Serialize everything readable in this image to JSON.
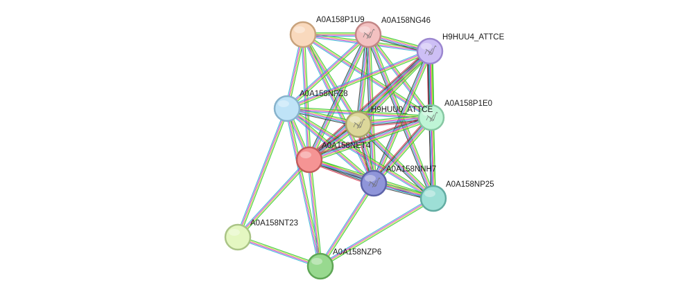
{
  "network": {
    "nodes": [
      {
        "id": "A0A158P1U9",
        "label": "A0A158P1U9",
        "fill": "#f9d9bd",
        "stroke": "#c8a27c",
        "icon": ""
      },
      {
        "id": "A0A158NG46",
        "label": "A0A158NG46",
        "fill": "#f3c1c1",
        "stroke": "#c28585",
        "icon": "protein-structure-icon"
      },
      {
        "id": "H9HUU4_ATTCE",
        "label": "H9HUU4_ATTCE",
        "fill": "#cdbff5",
        "stroke": "#9b86cf",
        "icon": "protein-structure-icon"
      },
      {
        "id": "A0A158NFZ8",
        "label": "A0A158NFZ8",
        "fill": "#bfe3f7",
        "stroke": "#86b2cc",
        "icon": ""
      },
      {
        "id": "H9HUU0_ATTCE",
        "label": "H9HUU0_ATTCE",
        "fill": "#dcd79a",
        "stroke": "#a8a36a",
        "icon": "protein-structure-icon"
      },
      {
        "id": "A0A158P1E0",
        "label": "A0A158P1E0",
        "fill": "#bff5d6",
        "stroke": "#86c7a2",
        "icon": "protein-structure-icon"
      },
      {
        "id": "A0A158NET4",
        "label": "A0A158NET4",
        "fill": "#f59494",
        "stroke": "#c25c5c",
        "icon": ""
      },
      {
        "id": "A0A158NNH7",
        "label": "A0A158NNH7",
        "fill": "#8f95d9",
        "stroke": "#5c62a8",
        "icon": "protein-structure-icon"
      },
      {
        "id": "A0A158NP25",
        "label": "A0A158NP25",
        "fill": "#9ddfd6",
        "stroke": "#62aca2",
        "icon": ""
      },
      {
        "id": "A0A158NT23",
        "label": "A0A158NT23",
        "fill": "#e4f7c1",
        "stroke": "#aac486",
        "icon": ""
      },
      {
        "id": "A0A158NZP6",
        "label": "A0A158NZP6",
        "fill": "#98d98f",
        "stroke": "#5ea655",
        "icon": ""
      }
    ],
    "edges": [
      {
        "from": "A0A158P1U9",
        "to": "A0A158NFZ8",
        "evidence": [
          "green",
          "yellow",
          "magenta",
          "cyan"
        ]
      },
      {
        "from": "A0A158P1U9",
        "to": "H9HUU0_ATTCE",
        "evidence": [
          "green",
          "yellow",
          "magenta",
          "cyan"
        ]
      },
      {
        "from": "A0A158P1U9",
        "to": "A0A158NET4",
        "evidence": [
          "green",
          "yellow",
          "magenta",
          "cyan"
        ]
      },
      {
        "from": "A0A158P1U9",
        "to": "A0A158NNH7",
        "evidence": [
          "green",
          "yellow",
          "magenta",
          "cyan"
        ]
      },
      {
        "from": "A0A158P1U9",
        "to": "A0A158P1E0",
        "evidence": [
          "green",
          "yellow",
          "magenta",
          "cyan"
        ]
      },
      {
        "from": "A0A158P1U9",
        "to": "H9HUU4_ATTCE",
        "evidence": [
          "green",
          "yellow",
          "magenta",
          "cyan"
        ]
      },
      {
        "from": "A0A158P1U9",
        "to": "A0A158NG46",
        "evidence": [
          "green",
          "yellow",
          "magenta",
          "cyan"
        ]
      },
      {
        "from": "A0A158NG46",
        "to": "H9HUU4_ATTCE",
        "evidence": [
          "green",
          "yellow",
          "magenta",
          "cyan",
          "black"
        ]
      },
      {
        "from": "A0A158NG46",
        "to": "A0A158NFZ8",
        "evidence": [
          "green",
          "yellow",
          "magenta",
          "cyan"
        ]
      },
      {
        "from": "A0A158NG46",
        "to": "H9HUU0_ATTCE",
        "evidence": [
          "green",
          "yellow",
          "magenta",
          "cyan",
          "black"
        ]
      },
      {
        "from": "A0A158NG46",
        "to": "A0A158P1E0",
        "evidence": [
          "green",
          "yellow",
          "magenta",
          "cyan"
        ]
      },
      {
        "from": "A0A158NG46",
        "to": "A0A158NET4",
        "evidence": [
          "green",
          "yellow",
          "magenta",
          "cyan",
          "black"
        ]
      },
      {
        "from": "A0A158NG46",
        "to": "A0A158NNH7",
        "evidence": [
          "green",
          "yellow",
          "magenta",
          "cyan",
          "black"
        ]
      },
      {
        "from": "A0A158NG46",
        "to": "A0A158NP25",
        "evidence": [
          "green",
          "yellow",
          "magenta",
          "cyan",
          "black"
        ]
      },
      {
        "from": "H9HUU4_ATTCE",
        "to": "A0A158NFZ8",
        "evidence": [
          "green",
          "yellow",
          "magenta",
          "cyan"
        ]
      },
      {
        "from": "H9HUU4_ATTCE",
        "to": "H9HUU0_ATTCE",
        "evidence": [
          "green",
          "yellow",
          "magenta",
          "cyan",
          "black",
          "red"
        ]
      },
      {
        "from": "H9HUU4_ATTCE",
        "to": "A0A158P1E0",
        "evidence": [
          "green",
          "yellow",
          "magenta",
          "cyan",
          "black",
          "red"
        ]
      },
      {
        "from": "H9HUU4_ATTCE",
        "to": "A0A158NET4",
        "evidence": [
          "green",
          "yellow",
          "magenta",
          "cyan",
          "black",
          "red"
        ]
      },
      {
        "from": "H9HUU4_ATTCE",
        "to": "A0A158NNH7",
        "evidence": [
          "green",
          "yellow",
          "magenta",
          "cyan",
          "black"
        ]
      },
      {
        "from": "H9HUU4_ATTCE",
        "to": "A0A158NP25",
        "evidence": [
          "green",
          "yellow",
          "magenta",
          "cyan",
          "black"
        ]
      },
      {
        "from": "A0A158NFZ8",
        "to": "H9HUU0_ATTCE",
        "evidence": [
          "green",
          "yellow",
          "magenta",
          "cyan",
          "black"
        ]
      },
      {
        "from": "A0A158NFZ8",
        "to": "A0A158P1E0",
        "evidence": [
          "green",
          "yellow",
          "magenta",
          "cyan"
        ]
      },
      {
        "from": "A0A158NFZ8",
        "to": "A0A158NET4",
        "evidence": [
          "green",
          "yellow",
          "magenta",
          "cyan"
        ]
      },
      {
        "from": "A0A158NFZ8",
        "to": "A0A158NNH7",
        "evidence": [
          "green",
          "yellow",
          "magenta",
          "cyan"
        ]
      },
      {
        "from": "A0A158NFZ8",
        "to": "A0A158NP25",
        "evidence": [
          "green",
          "yellow",
          "magenta",
          "cyan"
        ]
      },
      {
        "from": "A0A158NFZ8",
        "to": "A0A158NT23",
        "evidence": [
          "green",
          "yellow",
          "magenta",
          "cyan"
        ]
      },
      {
        "from": "A0A158NFZ8",
        "to": "A0A158NZP6",
        "evidence": [
          "green",
          "yellow",
          "magenta",
          "cyan"
        ]
      },
      {
        "from": "H9HUU0_ATTCE",
        "to": "A0A158P1E0",
        "evidence": [
          "green",
          "yellow",
          "magenta",
          "cyan",
          "black",
          "red"
        ]
      },
      {
        "from": "H9HUU0_ATTCE",
        "to": "A0A158NET4",
        "evidence": [
          "green",
          "yellow",
          "magenta",
          "cyan",
          "black",
          "red"
        ]
      },
      {
        "from": "H9HUU0_ATTCE",
        "to": "A0A158NNH7",
        "evidence": [
          "green",
          "yellow",
          "magenta",
          "cyan",
          "black",
          "red"
        ]
      },
      {
        "from": "H9HUU0_ATTCE",
        "to": "A0A158NP25",
        "evidence": [
          "green",
          "yellow",
          "magenta",
          "cyan",
          "black"
        ]
      },
      {
        "from": "A0A158P1E0",
        "to": "A0A158NET4",
        "evidence": [
          "green",
          "yellow",
          "magenta",
          "cyan",
          "black",
          "red"
        ]
      },
      {
        "from": "A0A158P1E0",
        "to": "A0A158NNH7",
        "evidence": [
          "green",
          "yellow",
          "magenta",
          "cyan",
          "black",
          "red"
        ]
      },
      {
        "from": "A0A158P1E0",
        "to": "A0A158NP25",
        "evidence": [
          "green",
          "yellow",
          "magenta",
          "cyan",
          "black"
        ]
      },
      {
        "from": "A0A158NET4",
        "to": "A0A158NNH7",
        "evidence": [
          "green",
          "yellow",
          "magenta",
          "cyan",
          "black",
          "red"
        ]
      },
      {
        "from": "A0A158NET4",
        "to": "A0A158NP25",
        "evidence": [
          "green",
          "yellow",
          "magenta",
          "cyan",
          "black"
        ]
      },
      {
        "from": "A0A158NET4",
        "to": "A0A158NT23",
        "evidence": [
          "green",
          "yellow",
          "magenta",
          "cyan"
        ]
      },
      {
        "from": "A0A158NET4",
        "to": "A0A158NZP6",
        "evidence": [
          "green",
          "yellow",
          "magenta",
          "cyan"
        ]
      },
      {
        "from": "A0A158NNH7",
        "to": "A0A158NP25",
        "evidence": [
          "green",
          "yellow",
          "magenta",
          "cyan",
          "black"
        ]
      },
      {
        "from": "A0A158NNH7",
        "to": "A0A158NZP6",
        "evidence": [
          "green",
          "yellow",
          "magenta",
          "cyan"
        ]
      },
      {
        "from": "A0A158NP25",
        "to": "A0A158NZP6",
        "evidence": [
          "green",
          "yellow",
          "magenta",
          "cyan"
        ]
      },
      {
        "from": "A0A158NT23",
        "to": "A0A158NZP6",
        "evidence": [
          "green",
          "yellow",
          "magenta",
          "cyan"
        ]
      }
    ],
    "evidence_colors": {
      "green": "#2fc82f",
      "yellow": "#c6d43a",
      "magenta": "#d42fd4",
      "cyan": "#2fb4d4",
      "black": "#3a3a3a",
      "red": "#d42f4a"
    }
  }
}
